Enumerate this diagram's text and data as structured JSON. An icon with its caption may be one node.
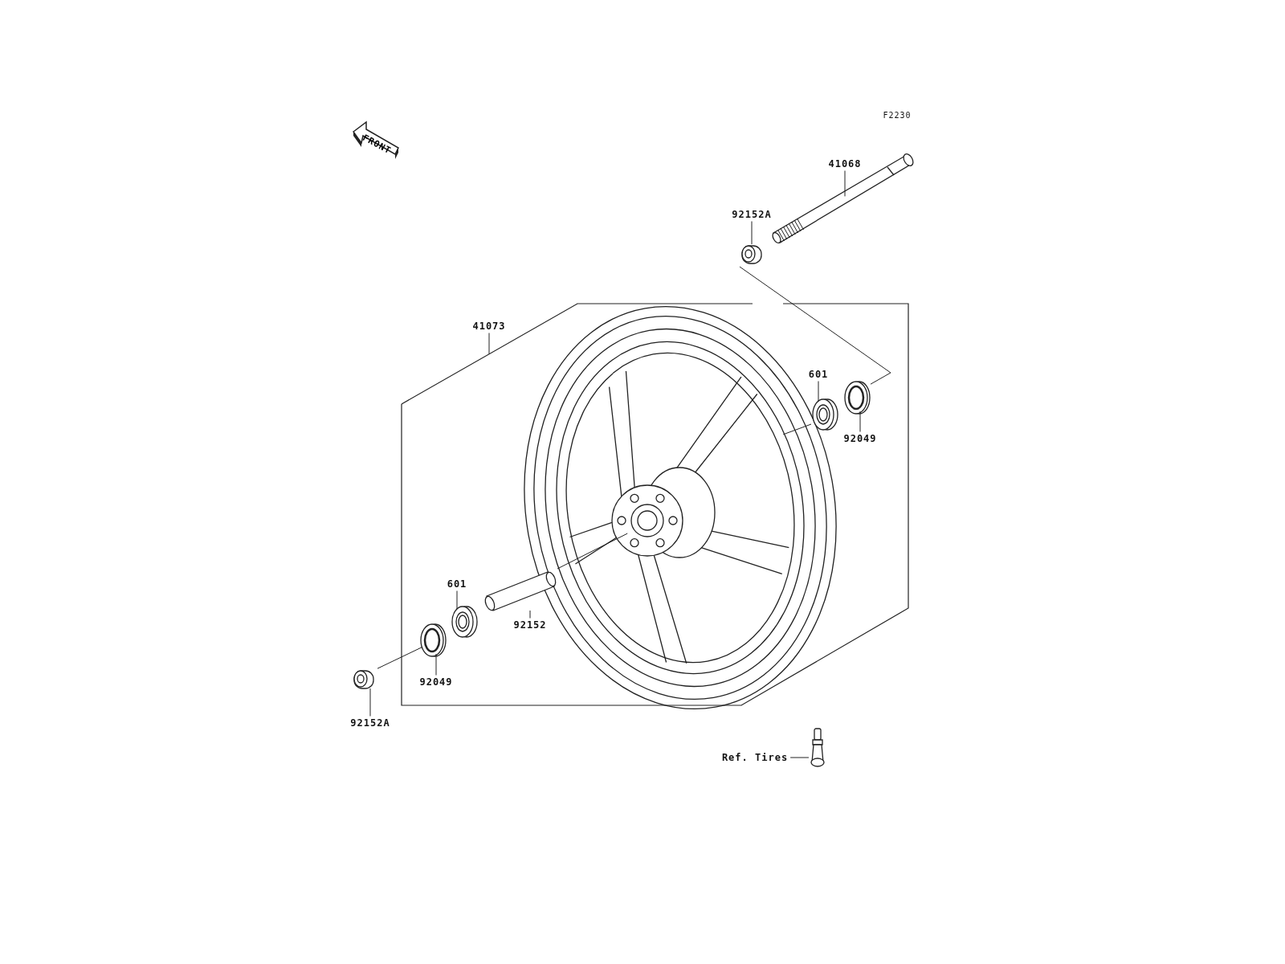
{
  "diagram": {
    "nodes": [
      {
        "text": [
          "FRONT"
        ]
      },
      {
        "text": [
          "41068"
        ]
      },
      {
        "text": [],
        "shape": "picture"
      },
      {
        "text": [
          "92152A"
        ]
      },
      {
        "text": [],
        "shape": "picture"
      },
      {
        "text": [
          "41073"
        ]
      },
      {
        "text": [],
        "shape": "picture"
      },
      {
        "text": [
          "601"
        ]
      },
      {
        "text": [],
        "shape": "picture"
      },
      {
        "text": [
          "92049"
        ]
      },
      {
        "text": [],
        "shape": "picture"
      },
      {
        "text": [
          "601"
        ]
      },
      {
        "text": [],
        "shape": "picture"
      },
      {
        "text": [
          "92152"
        ]
      },
      {
        "text": [],
        "shape": "picture"
      },
      {
        "text": [
          "92049"
        ]
      },
      {
        "text": [],
        "shape": "picture"
      },
      {
        "text": [
          "92152A"
        ]
      },
      {
        "text": [],
        "shape": "picture"
      },
      {
        "text": [
          "Ref. Tires"
        ]
      },
      {
        "text": [],
        "shape": "picture"
      }
    ],
    "edges": [
      {
        "from": 1,
        "to": 2,
        "arrow": "none"
      },
      {
        "from": 3,
        "to": 4,
        "arrow": "none"
      },
      {
        "from": 5,
        "to": 6,
        "arrow": "none"
      },
      {
        "from": 7,
        "to": 8,
        "arrow": "none"
      },
      {
        "from": 9,
        "to": 10,
        "arrow": "none"
      },
      {
        "from": 11,
        "to": 12,
        "arrow": "none"
      },
      {
        "from": 13,
        "to": 14,
        "arrow": "none"
      },
      {
        "from": 15,
        "to": 16,
        "arrow": "none"
      },
      {
        "from": 17,
        "to": 18,
        "arrow": "none"
      },
      {
        "from": 19,
        "to": 20,
        "arrow": "none"
      },
      {
        "from": 4,
        "to": 10,
        "arrow": "none"
      },
      {
        "from": 8,
        "to": 6,
        "arrow": "none"
      },
      {
        "from": 14,
        "to": 6,
        "arrow": "none"
      },
      {
        "from": 18,
        "to": 16,
        "arrow": "none"
      }
    ],
    "labels": [
      "F2230"
    ]
  }
}
